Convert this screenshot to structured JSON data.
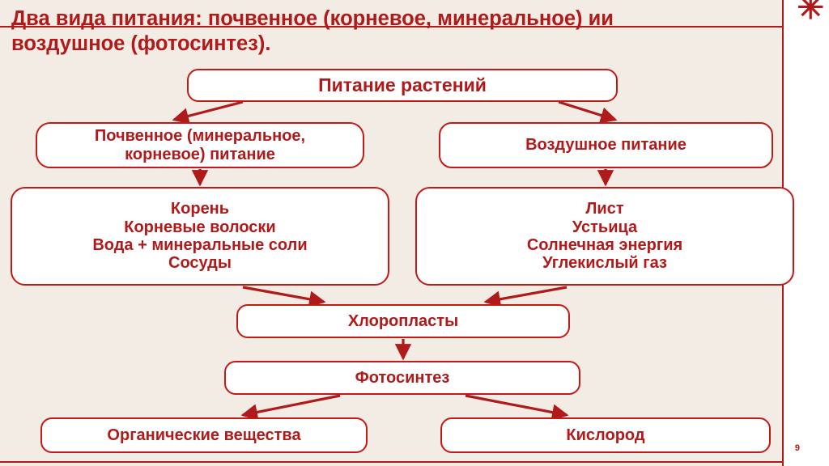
{
  "slide": {
    "page_number": "9",
    "asterisk": "✳",
    "title_line1": "Два вида питания: почвенное (корневое, минеральное) ии",
    "title_line2": "воздушное (фотосинтез)."
  },
  "diagram": {
    "root_label": "Питание растений",
    "soil_label": "Почвенное (минеральное,\nкорневое) питание",
    "soil_line1": "Почвенное (минеральное,",
    "soil_line2": "корневое) питание",
    "air_label": "Воздушное питание",
    "root_details": [
      "Корень",
      "Корневые волоски",
      "Вода + минеральные соли",
      "Сосуды"
    ],
    "leaf_details": [
      "Лист",
      "Устьица",
      "Солнечная энергия",
      "Углекислый газ"
    ],
    "chloroplasts_label": "Хлоропласты",
    "photosynthesis_label": "Фотосинтез",
    "organic_label": "Органические вещества",
    "oxygen_label": "Кислород",
    "accent_color": "#c21b17",
    "text_color": "#b01a1a",
    "background_color": "#f2ece4"
  }
}
